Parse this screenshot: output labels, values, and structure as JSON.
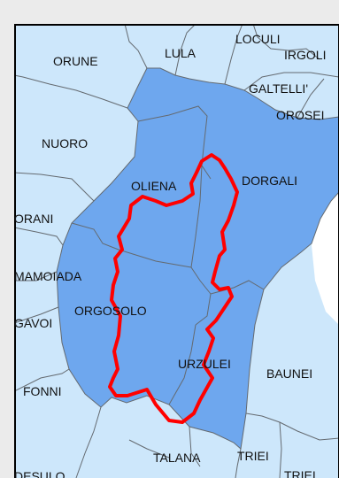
{
  "map": {
    "colors": {
      "outside": "#ebebeb",
      "municipality_fill": "#cde7fb",
      "highlight_fill": "#6ea7ee",
      "boundary": "#646a70",
      "park_outline": "#ff0000",
      "sea": "#ffffff",
      "frame": "#000000"
    },
    "labels": {
      "loculi": "LOCULI",
      "lula": "LULA",
      "irgoli": "IRGOLI",
      "orune": "ORUNE",
      "galtelli": "GALTELLI'",
      "orosei": "OROSEI",
      "nuoro": "NUORO",
      "oliena": "OLIENA",
      "dorgali": "DORGALI",
      "orani": "ORANI",
      "mamoiada": "MAMOIADA",
      "orgosolo": "ORGOSOLO",
      "gavoi": "GAVOI",
      "urzulei": "URZULEI",
      "baunei": "BAUNEI",
      "fonni": "FONNI",
      "talana": "TALANA",
      "triei": "TRIEI",
      "triei_right": "TRIEI",
      "desulo": "DESULO"
    }
  }
}
